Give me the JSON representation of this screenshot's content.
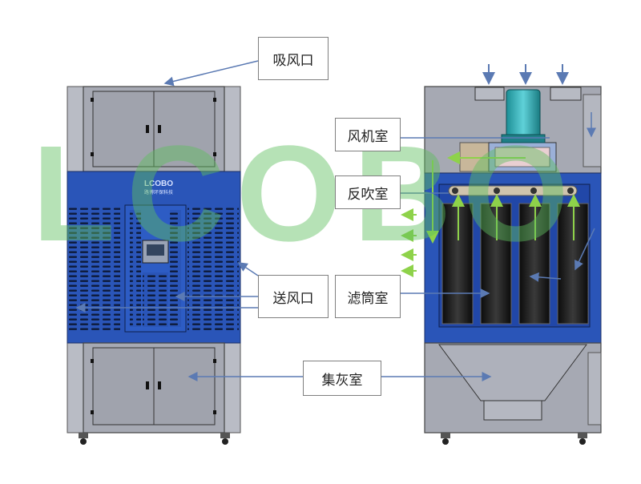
{
  "brand": {
    "watermark": "LCOBO",
    "logo_text": "LCOBO",
    "logo_subtext": "路博环保科技"
  },
  "labels": {
    "intake": "吸风口",
    "fan_room": "风机室",
    "back_blow_room": "反吹室",
    "outlet": "送风口",
    "filter_room": "滤筒室",
    "dust_room": "集灰室"
  },
  "colors": {
    "cabinet_gray": "#a6a9b3",
    "panel_blue": "#2a55b8",
    "arrow_blue": "#5b7ab3",
    "airflow_green": "#8ed24a",
    "watermark_green": "#5fbf5f"
  }
}
